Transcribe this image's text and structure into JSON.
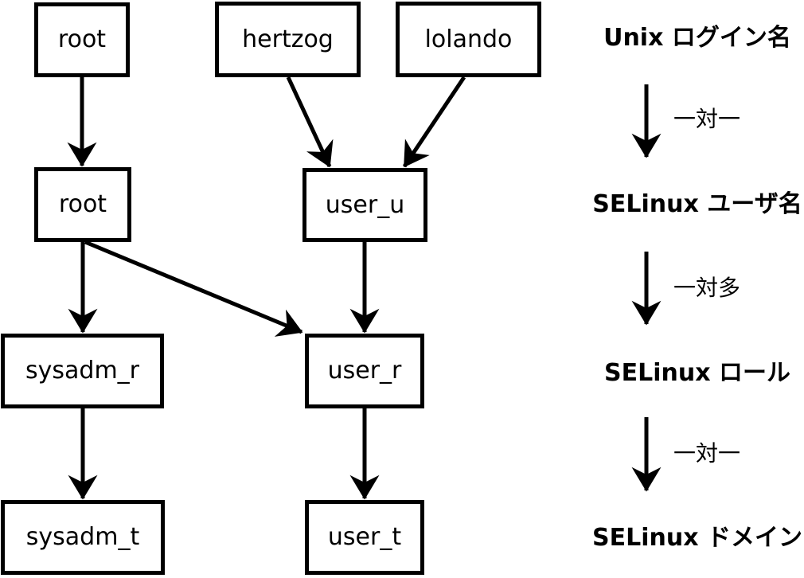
{
  "diagram": {
    "background_color": "#ffffff",
    "line_color": "#000000",
    "nodes": [
      {
        "id": "root-login",
        "label": "root",
        "level": "unix-login"
      },
      {
        "id": "hertzog-login",
        "label": "hertzog",
        "level": "unix-login"
      },
      {
        "id": "lolando-login",
        "label": "lolando",
        "level": "unix-login"
      },
      {
        "id": "root-selinux-user",
        "label": "root",
        "level": "selinux-user"
      },
      {
        "id": "user-u",
        "label": "user_u",
        "level": "selinux-user"
      },
      {
        "id": "sysadm-r",
        "label": "sysadm_r",
        "level": "selinux-role"
      },
      {
        "id": "user-r",
        "label": "user_r",
        "level": "selinux-role"
      },
      {
        "id": "sysadm-t",
        "label": "sysadm_t",
        "level": "selinux-domain"
      },
      {
        "id": "user-t",
        "label": "user_t",
        "level": "selinux-domain"
      }
    ],
    "edges": [
      {
        "from": "root-login",
        "to": "root-selinux-user"
      },
      {
        "from": "hertzog-login",
        "to": "user-u"
      },
      {
        "from": "lolando-login",
        "to": "user-u"
      },
      {
        "from": "root-selinux-user",
        "to": "sysadm-r"
      },
      {
        "from": "root-selinux-user",
        "to": "user-r"
      },
      {
        "from": "user-u",
        "to": "user-r"
      },
      {
        "from": "sysadm-r",
        "to": "sysadm-t"
      },
      {
        "from": "user-r",
        "to": "user-t"
      }
    ],
    "legend": {
      "levels": [
        {
          "label": "Unix ログイン名"
        },
        {
          "label": "SELinux ユーザ名"
        },
        {
          "label": "SELinux ロール"
        },
        {
          "label": "SELinux ドメイン"
        }
      ],
      "relations": [
        {
          "label": "一対一"
        },
        {
          "label": "一対多"
        },
        {
          "label": "一対一"
        }
      ]
    }
  }
}
